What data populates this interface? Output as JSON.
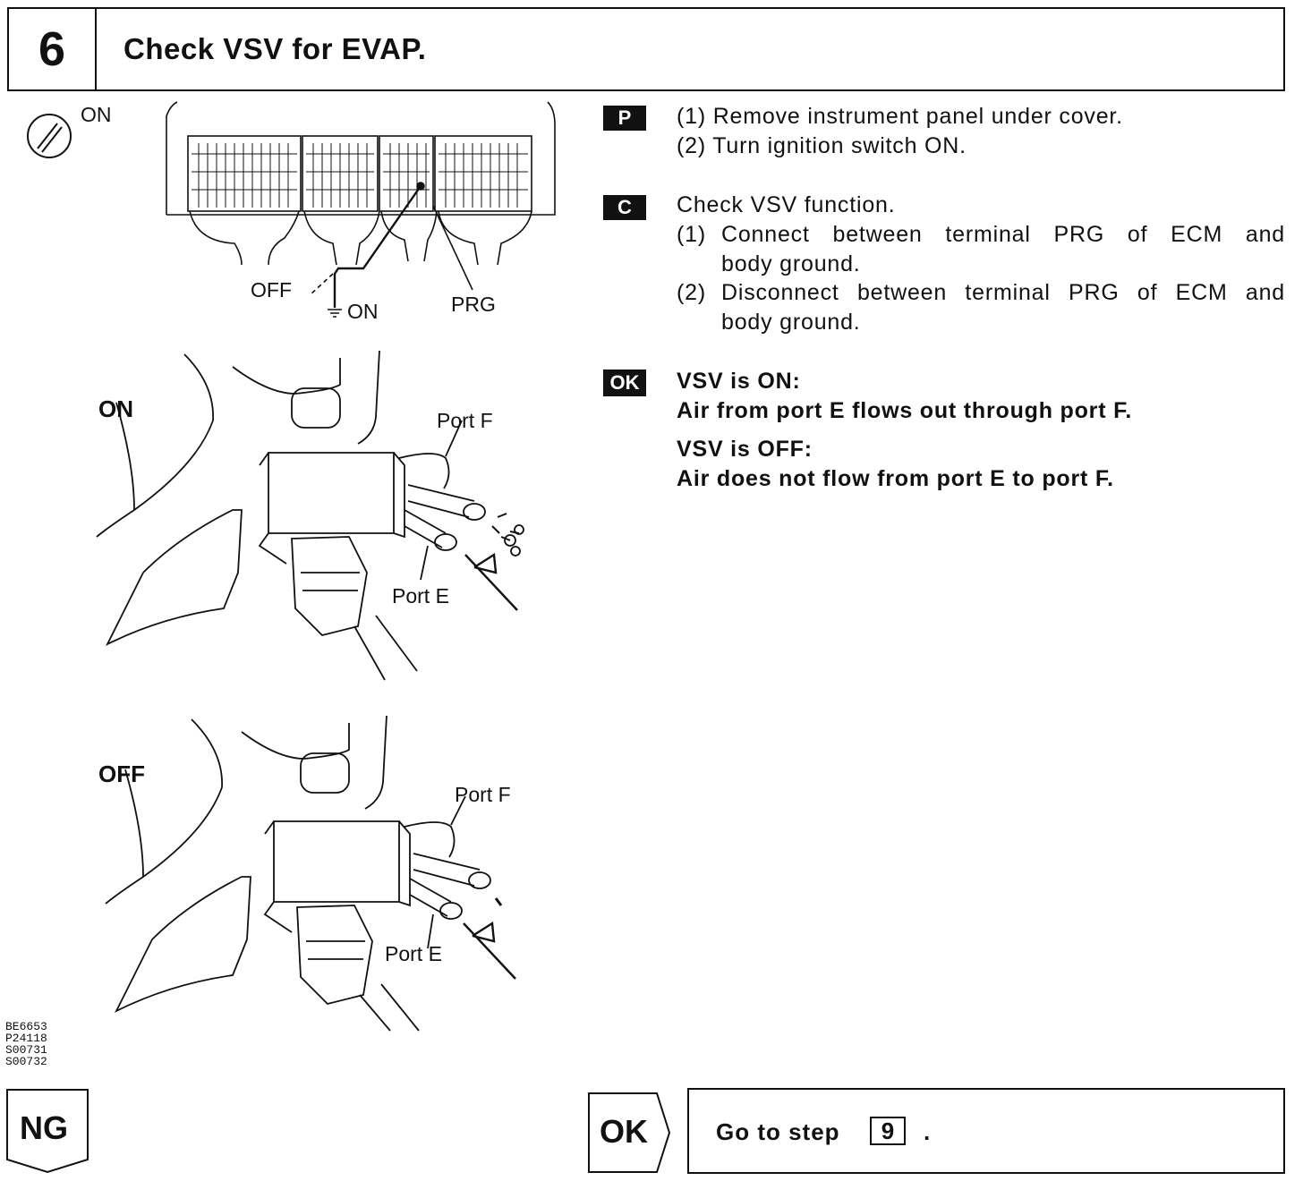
{
  "header": {
    "step_number": "6",
    "title": "Check VSV for EVAP."
  },
  "instructions": {
    "prep_tag": "P",
    "prep_steps": [
      "(1) Remove instrument panel under cover.",
      "(2) Turn ignition switch ON."
    ],
    "check_tag": "C",
    "check_title": "Check VSV function.",
    "check_steps": [
      {
        "num": "(1)",
        "line1": "Connect between terminal PRG of ECM and",
        "line2": "body ground."
      },
      {
        "num": "(2)",
        "line1": "Disconnect between terminal PRG of ECM and",
        "line2": "body ground."
      }
    ],
    "ok_tag": "OK",
    "results": [
      {
        "heading": "VSV is ON:",
        "text": "Air from port E flows out through port F."
      },
      {
        "heading": "VSV is OFF:",
        "text": "Air does not flow from port E to port F."
      }
    ]
  },
  "figure": {
    "ignition_label": "ON",
    "ecm_labels": {
      "off": "OFF",
      "on": "ON",
      "prg": "PRG"
    },
    "on_diagram": {
      "state": "ON",
      "port_f": "Port F",
      "port_e": "Port E"
    },
    "off_diagram": {
      "state": "OFF",
      "port_f": "Port F",
      "port_e": "Port E"
    },
    "codes": [
      "BE6653",
      "P24118",
      "S00731",
      "S00732"
    ]
  },
  "footer": {
    "ng_label": "NG",
    "ok_label": "OK",
    "goto_text": "Go to step",
    "goto_step": "9",
    "goto_dot": "."
  }
}
